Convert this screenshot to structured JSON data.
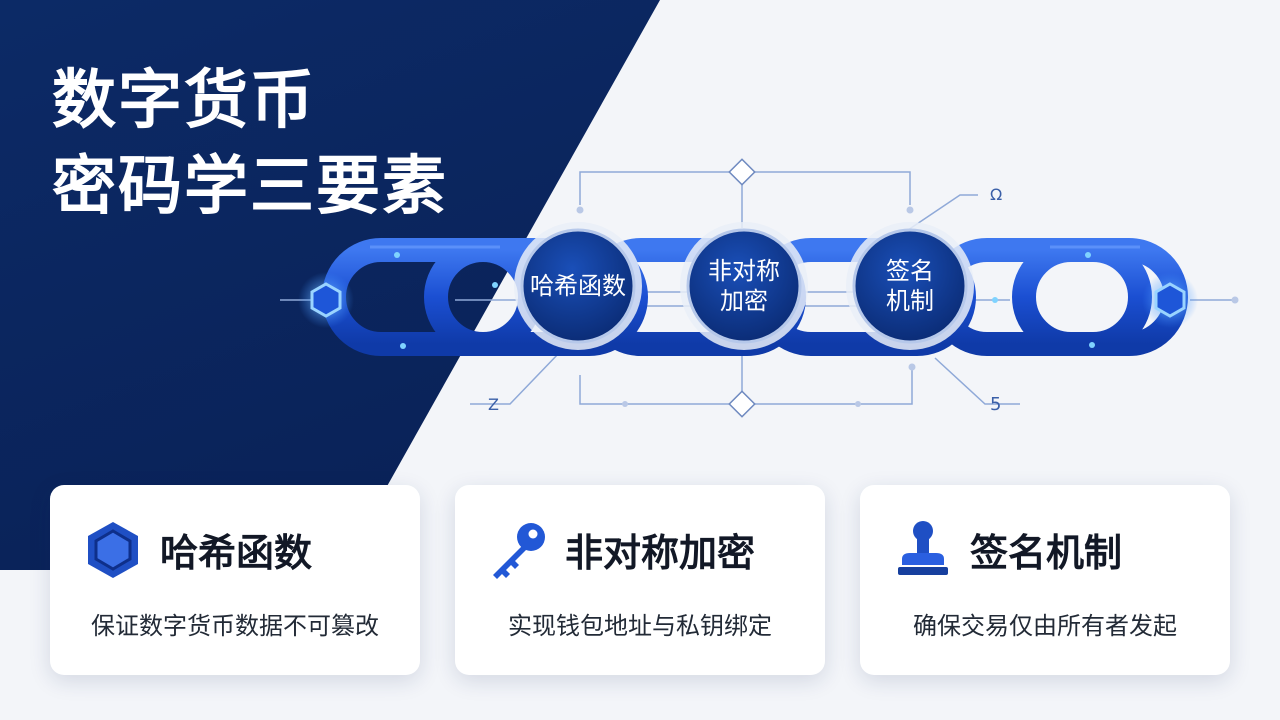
{
  "title": {
    "line1": "数字货币",
    "line2": "密码学三要素"
  },
  "diagram": {
    "nodes": [
      {
        "line1": "哈希函数",
        "line2": ""
      },
      {
        "line1": "非对称",
        "line2": "加密"
      },
      {
        "line1": "签名",
        "line2": "机制"
      }
    ],
    "annotations": {
      "top_right": "Ω",
      "bottom_left": "Z",
      "bottom_right": "5"
    }
  },
  "cards": [
    {
      "title": "哈希函数",
      "description": "保证数字货币数据不可篡改",
      "icon": "hexagon-icon"
    },
    {
      "title": "非对称加密",
      "description": "实现钱包地址与私钥绑定",
      "icon": "key-icon"
    },
    {
      "title": "签名机制",
      "description": "确保交易仅由所有者发起",
      "icon": "stamp-icon"
    }
  ],
  "colors": {
    "navy": "#0a2258",
    "chain_blue": "#1a4fd0",
    "node_blue": "#0f3a8f",
    "accent": "#2a5fe0"
  }
}
